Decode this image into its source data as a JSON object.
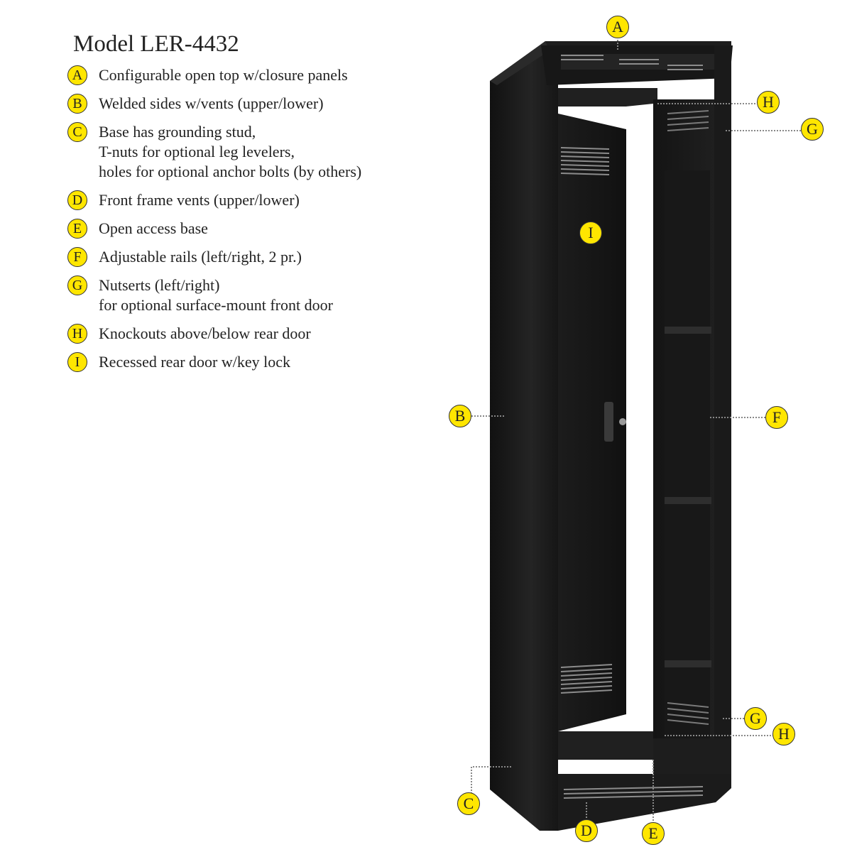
{
  "title": "Model LER-4432",
  "colors": {
    "badge_fill": "#ffe600",
    "rack_body": "#1b1b1b",
    "leader_line": "#888888"
  },
  "legend": [
    {
      "letter": "A",
      "text": "Configurable open top w/closure panels"
    },
    {
      "letter": "B",
      "text": "Welded sides w/vents (upper/lower)"
    },
    {
      "letter": "C",
      "text": "Base has grounding stud,\nT-nuts for optional leg levelers,\nholes for optional anchor bolts (by others)"
    },
    {
      "letter": "D",
      "text": "Front frame vents (upper/lower)"
    },
    {
      "letter": "E",
      "text": "Open access base"
    },
    {
      "letter": "F",
      "text": "Adjustable rails (left/right, 2 pr.)"
    },
    {
      "letter": "G",
      "text": "Nutserts (left/right)\nfor optional surface-mount front door"
    },
    {
      "letter": "H",
      "text": "Knockouts above/below rear door"
    },
    {
      "letter": "I",
      "text": "Recessed rear door w/key lock"
    }
  ],
  "callouts": {
    "a_top": "A",
    "h_upper": "H",
    "g_upper": "G",
    "i_door": "I",
    "b_side": "B",
    "f_rail": "F",
    "g_lower": "G",
    "h_lower": "H",
    "c_base": "C",
    "d_vent": "D",
    "e_base": "E"
  }
}
